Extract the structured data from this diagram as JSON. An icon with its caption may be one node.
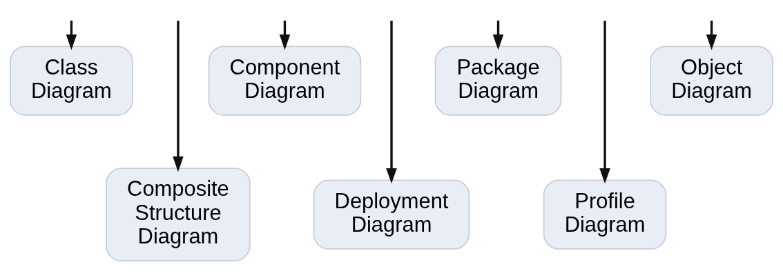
{
  "diagram": {
    "nodes": [
      {
        "text": [
          "Class Diagram"
        ]
      },
      {
        "text": [
          "Component Diagram"
        ]
      },
      {
        "text": [
          "Package Diagram"
        ]
      },
      {
        "text": [
          "Object Diagram"
        ]
      },
      {
        "text": [
          "Composite Structure Diagram"
        ]
      },
      {
        "text": [
          "Deployment Diagram"
        ]
      },
      {
        "text": [
          "Profile Diagram"
        ]
      }
    ],
    "edges": [
      {
        "from": null,
        "to": 0,
        "arrow": "to"
      },
      {
        "from": null,
        "to": 4,
        "arrow": "to"
      },
      {
        "from": null,
        "to": 1,
        "arrow": "to"
      },
      {
        "from": null,
        "to": 5,
        "arrow": "to"
      },
      {
        "from": null,
        "to": 2,
        "arrow": "to"
      },
      {
        "from": null,
        "to": 6,
        "arrow": "to"
      },
      {
        "from": null,
        "to": 3,
        "arrow": "to"
      }
    ]
  }
}
